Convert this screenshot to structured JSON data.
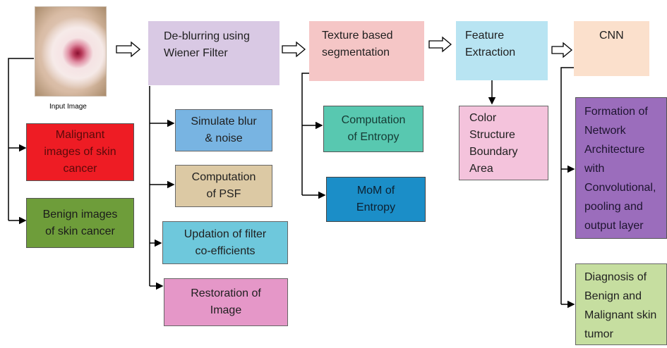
{
  "input": {
    "caption": "Input Image"
  },
  "stages": {
    "deblur": "De-blurring using\nWiener Filter",
    "texture": "Texture based\nsegmentation",
    "feature": "Feature\nExtraction",
    "cnn": "CNN"
  },
  "left_boxes": {
    "malignant": "Malignant\nimages of skin\ncancer",
    "benign": "Benign images\nof skin cancer"
  },
  "deblur_steps": {
    "simulate": "Simulate blur\n& noise",
    "psf": "Computation\nof PSF",
    "updation": "Updation of filter\nco-efficients",
    "restoration": "Restoration of\nImage"
  },
  "texture_steps": {
    "entropy": "Computation\nof Entropy",
    "mom": "MoM of\nEntropy"
  },
  "feature_steps": {
    "list": "Color\nStructure\nBoundary\nArea"
  },
  "cnn_steps": {
    "formation": "Formation of\nNetwork\nArchitecture\nwith\nConvolutional,\npooling and\noutput layer",
    "diagnosis": "Diagnosis of\nBenign and\nMalignant skin\ntumor"
  },
  "colors": {
    "deblur": "#d9c9e4",
    "texture": "#f5c6c6",
    "feature": "#b8e4f2",
    "cnn": "#fbe0cc",
    "malignant": "#ee1c24",
    "benign": "#6e9d3a",
    "simulate": "#78b4e2",
    "psf": "#dcc9a4",
    "updation": "#6ec8dc",
    "restoration": "#e597c8",
    "entropy": "#58c8b0",
    "mom": "#1b8ec8",
    "feature_list": "#f4c3dc",
    "formation": "#9b6dbc",
    "diagnosis": "#c6dea0"
  }
}
